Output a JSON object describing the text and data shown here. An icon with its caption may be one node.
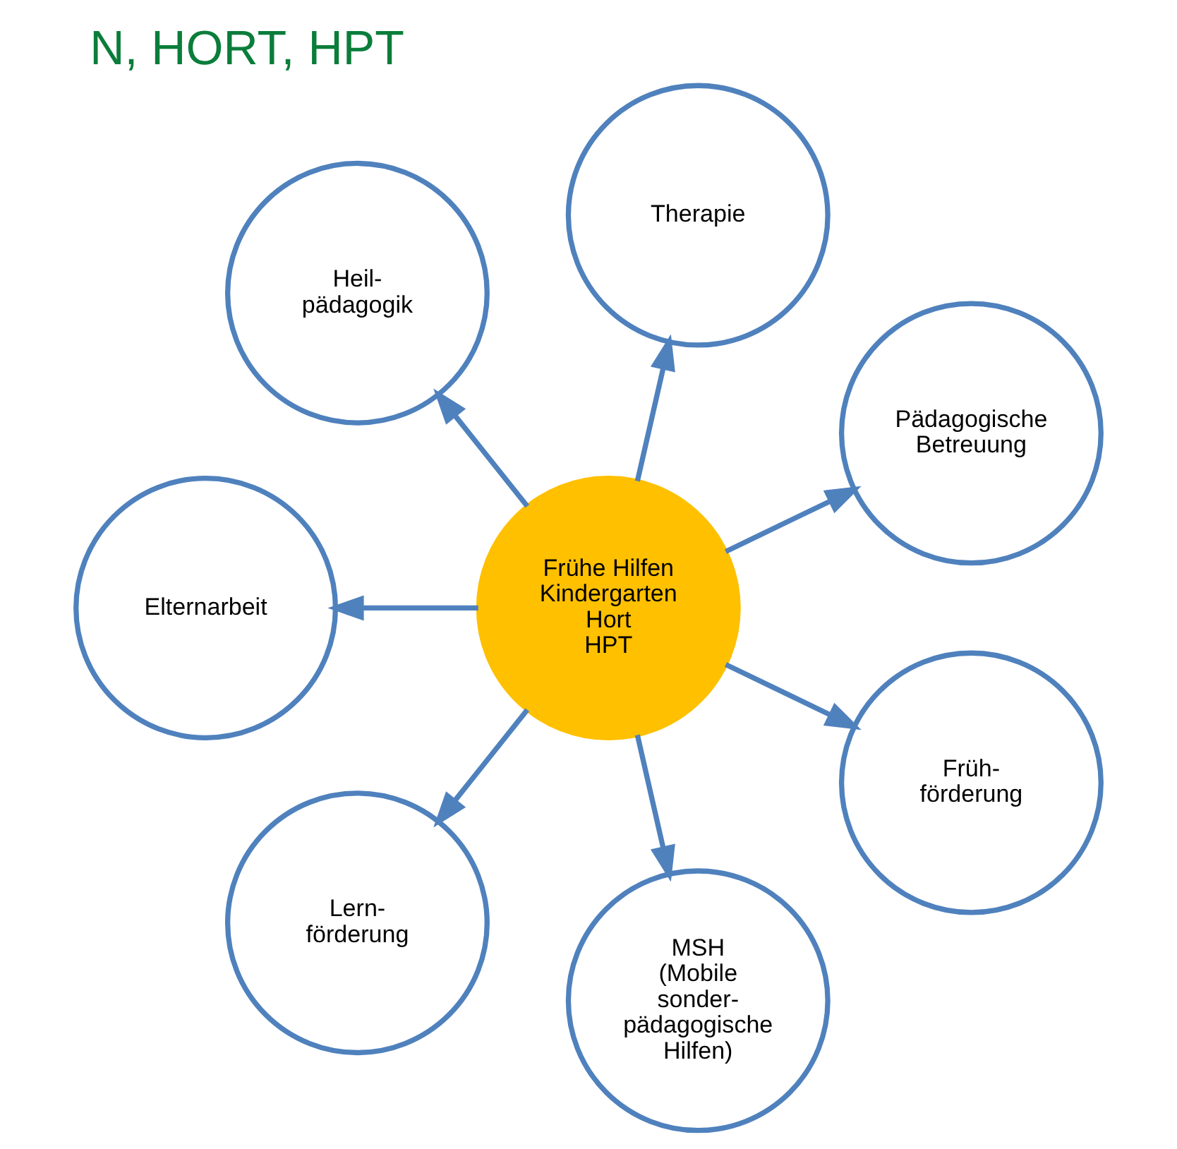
{
  "diagram": {
    "title": "N, HORT, HPT",
    "nodes": [
      {
        "text": [
          "Frühe Hilfen",
          "Kindergarten",
          "Hort",
          "HPT"
        ]
      },
      {
        "text": [
          "Pädagogische Betreuung"
        ]
      },
      {
        "text": [
          "Therapie"
        ]
      },
      {
        "text": [
          "Heil- pädagogik"
        ]
      },
      {
        "text": [
          "Elternarbeit"
        ]
      },
      {
        "text": [
          "Lern- förderung"
        ]
      },
      {
        "text": [
          "MSH",
          "(Mobile sonder- pädagogische Hilfen)"
        ]
      },
      {
        "text": [
          "Früh- förderung"
        ]
      }
    ],
    "edges": [
      {
        "from": 0,
        "to": 1,
        "arrow": "to"
      },
      {
        "from": 0,
        "to": 2,
        "arrow": "to"
      },
      {
        "from": 0,
        "to": 3,
        "arrow": "to"
      },
      {
        "from": 0,
        "to": 4,
        "arrow": "to"
      },
      {
        "from": 0,
        "to": 5,
        "arrow": "to"
      },
      {
        "from": 0,
        "to": 6,
        "arrow": "to"
      },
      {
        "from": 0,
        "to": 7,
        "arrow": "to"
      }
    ]
  }
}
